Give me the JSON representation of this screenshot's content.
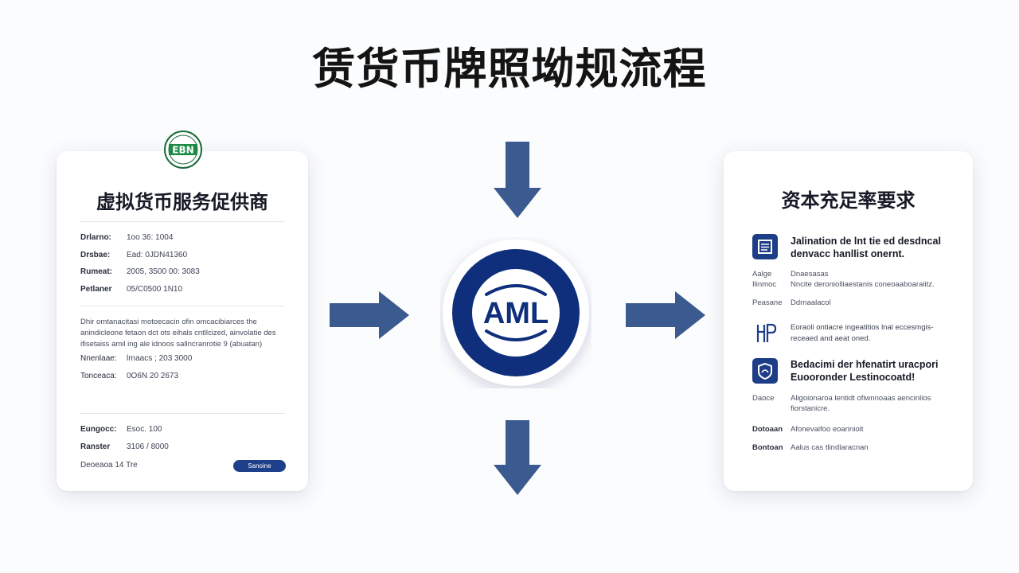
{
  "title": "赁货币牌照坳规流程",
  "left_card": {
    "title": "虚拟货币服务促供商",
    "seal_text": "EBN",
    "rows_top": [
      {
        "key": "Drlarno:",
        "value": "1oo 36: 1004"
      },
      {
        "key": "Drsbae:",
        "value": "Ead: 0JDN41360"
      },
      {
        "key": "Rumeat:",
        "value": "2005, 3500 00: 3083"
      },
      {
        "key": "Petlaner",
        "value": "05/C0500 1N10"
      }
    ],
    "paragraph": "Dhir omtanacitasi motoecacin ofin omcacibiarces the\nanindicleone fetaon dct ots eihals cntllcized, ainvolatie des\nifisetaiss amil ing ale idnoos sallncranrotie 9 (abuatan)",
    "rows_mid": [
      {
        "key": "Nnenlaae:",
        "value": "lrnaacs ; 203 3000"
      },
      {
        "key": "Tonceaca:",
        "value": "0O6N 20 2673"
      }
    ],
    "rows_bottom": [
      {
        "key": "Eungocc:",
        "value": "Esoc. 100"
      },
      {
        "key": "Ranster",
        "value": "3106 / 8000"
      }
    ],
    "footer_text": "Deoeaoa 14 Tre",
    "pill_label": "Sanoine"
  },
  "center": {
    "label": "AML",
    "colors": {
      "primary": "#0f2f7c",
      "arrow": "#3b5a8f",
      "ring": "#ffffff"
    }
  },
  "right_card": {
    "title": "资本充足率要求",
    "section1": {
      "heading": "Jalination de lnt tie ed desdncal\ndenvacc hanllist onernt.",
      "icon": "document-icon",
      "rows": [
        {
          "key": "Aalge\nIlinmoc",
          "value": "Dnaesasas\nNncite deroniolliaestanis coneoaaboaraiitz."
        },
        {
          "key": "Peasane",
          "value": "Ddrnaalacol"
        }
      ]
    },
    "section2": {
      "icon": "hp-icon",
      "note": "Eoraoli ontiacre ingeatitios lnal eccesmgis-\nreceaed and aeat oned."
    },
    "section3": {
      "heading": "Bedacimi der hfenatirt uracpori\nEuooronder Lestinocoatd!",
      "icon": "shield-icon",
      "rows": [
        {
          "key": "Daoce",
          "value": "Aligoionaroa lentidt ofiwnnoaas aencinlios\nfiorstanicre."
        },
        {
          "key": "Dotoaan",
          "value": "Afonevaifoo eoarinioit"
        },
        {
          "key": "Bontoan",
          "value": "Aalus cas tlindlaracnan"
        }
      ]
    }
  }
}
